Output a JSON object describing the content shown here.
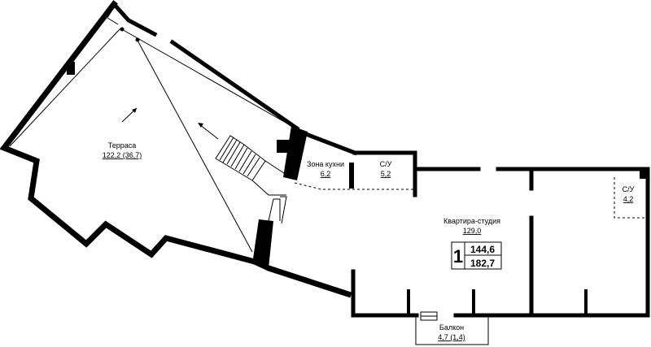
{
  "rooms": {
    "terrace": {
      "name": "Терраса",
      "area": "122,2 (36,7)"
    },
    "kitchen": {
      "name": "Зона кухни",
      "area": "6,2"
    },
    "bath1": {
      "name": "С/У",
      "area": "5,2"
    },
    "studio": {
      "name": "Квартира-студия",
      "area": "129,0"
    },
    "bath2": {
      "name": "С/У",
      "area": "4,2"
    },
    "balcony": {
      "name": "Балкон",
      "area": "4,7 (1,4)"
    }
  },
  "summary": {
    "rooms_count": "1",
    "living_area": "144,6",
    "total_area": "182,7"
  }
}
